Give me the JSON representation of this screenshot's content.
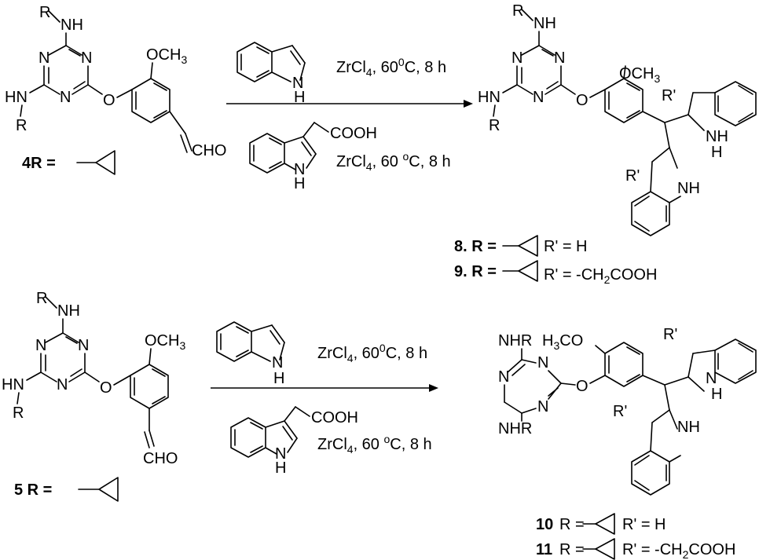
{
  "atoms": {
    "nh": "NH",
    "hn": "HN",
    "n": "N",
    "h": "H",
    "o": "O",
    "r": "R",
    "rprime": "R'",
    "och3": "OCH",
    "h3co": "H",
    "nhr": "NHR",
    "cho": "CHO",
    "cooh": "COOH",
    "three": "3",
    "co_tail": "CO",
    "h3_sub": "3"
  },
  "reaction1": {
    "cond_top": "ZrCl",
    "cond_top_tail": ", 60",
    "cond_top_sup": "0",
    "cond_top_end": "C, 8 h",
    "cond_bottom": "ZrCl",
    "cond_bottom_tail": ", 60 ",
    "cond_bottom_sup": "o",
    "cond_bottom_end": "C, 8 h",
    "start_label": "4R =",
    "product_8_label": "8. R =",
    "product_8_rprime": "R' = H",
    "product_9_label": "9. R =",
    "product_9_rprime": "R' = -CH",
    "product_9_tail": "COOH"
  },
  "reaction2": {
    "cond_top": "ZrCl",
    "cond_top_tail": ", 60",
    "cond_top_sup": "0",
    "cond_top_end": "C, 8 h",
    "cond_bottom": "ZrCl",
    "cond_bottom_tail": ", 60 ",
    "cond_bottom_sup": "o",
    "cond_bottom_end": "C, 8 h",
    "start_label": "5 R =",
    "product_10_num": "10",
    "product_10_r": "R =",
    "product_10_rprime": "R' = H",
    "product_11_num": "11",
    "product_11_r": "R =",
    "product_11_rprime": "R' = -CH",
    "product_11_tail": "COOH"
  },
  "sub_2": "2",
  "sub_4": "4"
}
